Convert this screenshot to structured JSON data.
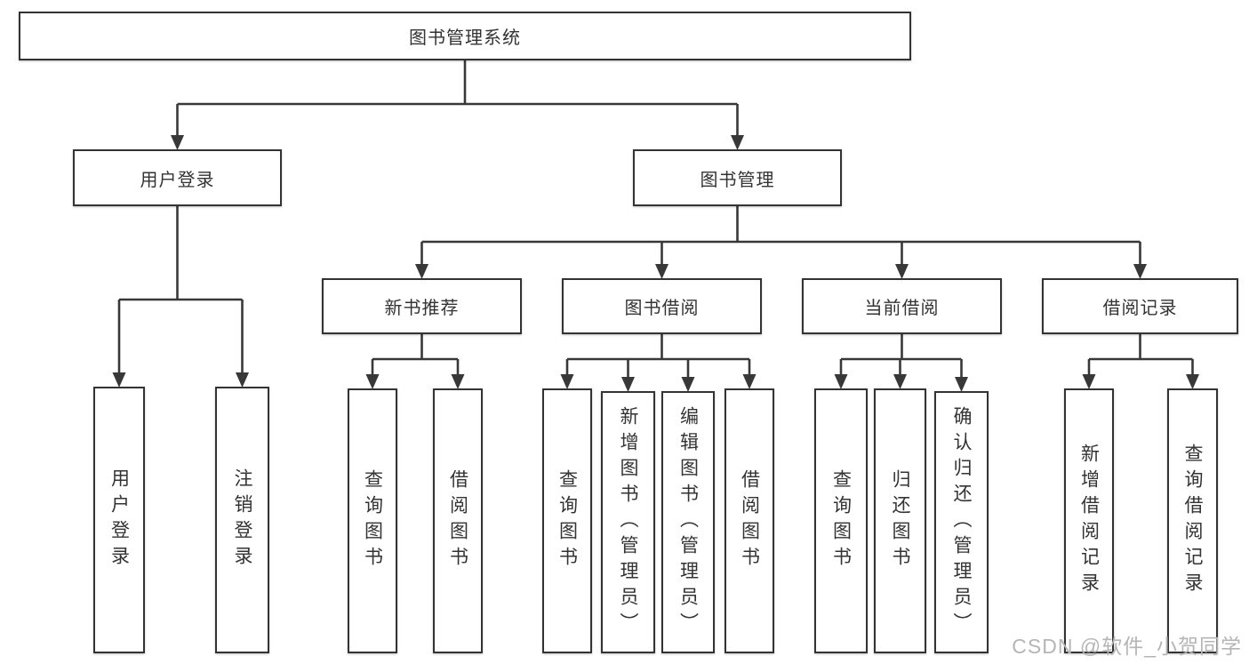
{
  "diagram": {
    "type": "hierarchy-tree",
    "title": "图书管理系统",
    "watermark": "CSDN @软件_小贺同学",
    "colors": {
      "background": "#ffffff",
      "box_fill": "#ffffff",
      "box_border": "#333333",
      "line": "#383838",
      "text": "#333333",
      "watermark": "#b5b5b5"
    }
  },
  "nodes": [
    {
      "id": "root",
      "label": "图书管理系统",
      "level": 1,
      "parent": null,
      "orientation": "horizontal"
    },
    {
      "id": "login",
      "label": "用户登录",
      "level": 2,
      "parent": "root",
      "orientation": "horizontal"
    },
    {
      "id": "mgmt",
      "label": "图书管理",
      "level": 2,
      "parent": "root",
      "orientation": "horizontal"
    },
    {
      "id": "rec",
      "label": "新书推荐",
      "level": 3,
      "parent": "mgmt",
      "orientation": "horizontal"
    },
    {
      "id": "borrow",
      "label": "图书借阅",
      "level": 3,
      "parent": "mgmt",
      "orientation": "horizontal"
    },
    {
      "id": "current",
      "label": "当前借阅",
      "level": 3,
      "parent": "mgmt",
      "orientation": "horizontal"
    },
    {
      "id": "records",
      "label": "借阅记录",
      "level": 3,
      "parent": "mgmt",
      "orientation": "horizontal"
    },
    {
      "id": "user-login",
      "label": "用户登录",
      "level": 4,
      "parent": "login",
      "orientation": "vertical"
    },
    {
      "id": "logout",
      "label": "注销登录",
      "level": 4,
      "parent": "login",
      "orientation": "vertical"
    },
    {
      "id": "rec-query",
      "label": "查询图书",
      "level": 4,
      "parent": "rec",
      "orientation": "vertical"
    },
    {
      "id": "rec-borrow",
      "label": "借阅图书",
      "level": 4,
      "parent": "rec",
      "orientation": "vertical"
    },
    {
      "id": "bor-query",
      "label": "查询图书",
      "level": 4,
      "parent": "borrow",
      "orientation": "vertical"
    },
    {
      "id": "bor-add",
      "label": "新增图书（管理员）",
      "level": 4,
      "parent": "borrow",
      "orientation": "vertical"
    },
    {
      "id": "bor-edit",
      "label": "编辑图书（管理员）",
      "level": 4,
      "parent": "borrow",
      "orientation": "vertical"
    },
    {
      "id": "bor-borrow",
      "label": "借阅图书",
      "level": 4,
      "parent": "borrow",
      "orientation": "vertical"
    },
    {
      "id": "cur-query",
      "label": "查询图书",
      "level": 4,
      "parent": "current",
      "orientation": "vertical"
    },
    {
      "id": "cur-return",
      "label": "归还图书",
      "level": 4,
      "parent": "current",
      "orientation": "vertical"
    },
    {
      "id": "cur-confirm",
      "label": "确认归还（管理员）",
      "level": 4,
      "parent": "current",
      "orientation": "vertical"
    },
    {
      "id": "recd-add",
      "label": "新增借阅记录",
      "level": 4,
      "parent": "records",
      "orientation": "vertical"
    },
    {
      "id": "recd-query",
      "label": "查询借阅记录",
      "level": 4,
      "parent": "records",
      "orientation": "vertical"
    }
  ]
}
